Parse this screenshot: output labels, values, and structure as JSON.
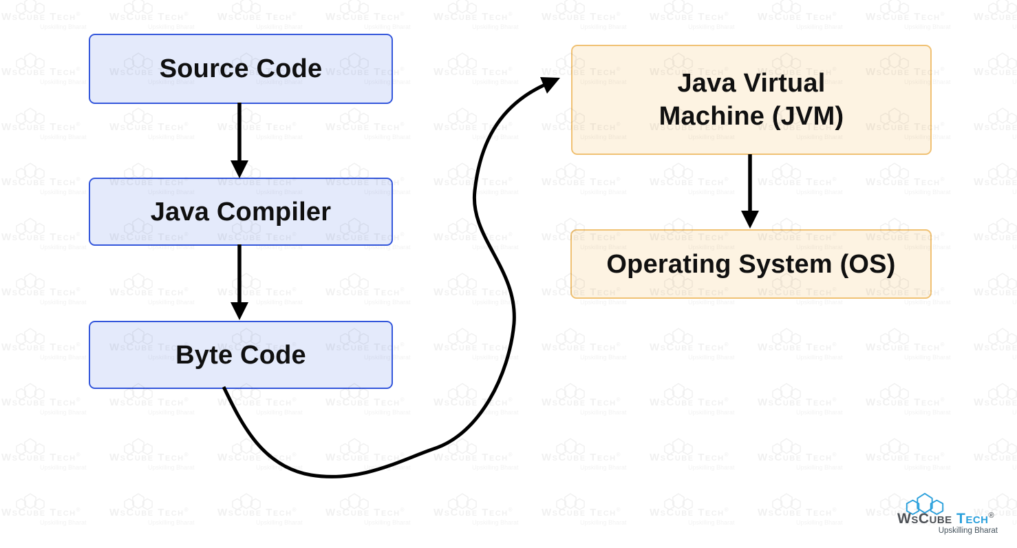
{
  "diagram": {
    "nodes": [
      {
        "id": "source-code",
        "label": "Source Code"
      },
      {
        "id": "java-compiler",
        "label": "Java Compiler"
      },
      {
        "id": "byte-code",
        "label": "Byte Code"
      },
      {
        "id": "jvm",
        "label_line1": "Java Virtual",
        "label_line2": "Machine (JVM)"
      },
      {
        "id": "operating-system",
        "label": "Operating System (OS)"
      }
    ],
    "edges": [
      {
        "from": "source-code",
        "to": "java-compiler"
      },
      {
        "from": "java-compiler",
        "to": "byte-code"
      },
      {
        "from": "byte-code",
        "to": "jvm"
      },
      {
        "from": "jvm",
        "to": "operating-system"
      }
    ]
  },
  "watermark": {
    "brand": "WsCube Tech",
    "reg": "®",
    "tagline": "Upskilling Bharat"
  },
  "logo": {
    "brand_primary": "WsCube",
    "brand_secondary": "Tech",
    "reg": "®",
    "tagline": "Upskilling Bharat"
  },
  "colors": {
    "blue_box_fill": "#e4eafb",
    "blue_box_border": "#3356db",
    "cream_box_fill": "#fdf3e2",
    "cream_box_border": "#f0c173",
    "arrow": "#000000",
    "text": "#101010",
    "logo_accent": "#2aa0dc",
    "logo_dark": "#4d5156"
  }
}
